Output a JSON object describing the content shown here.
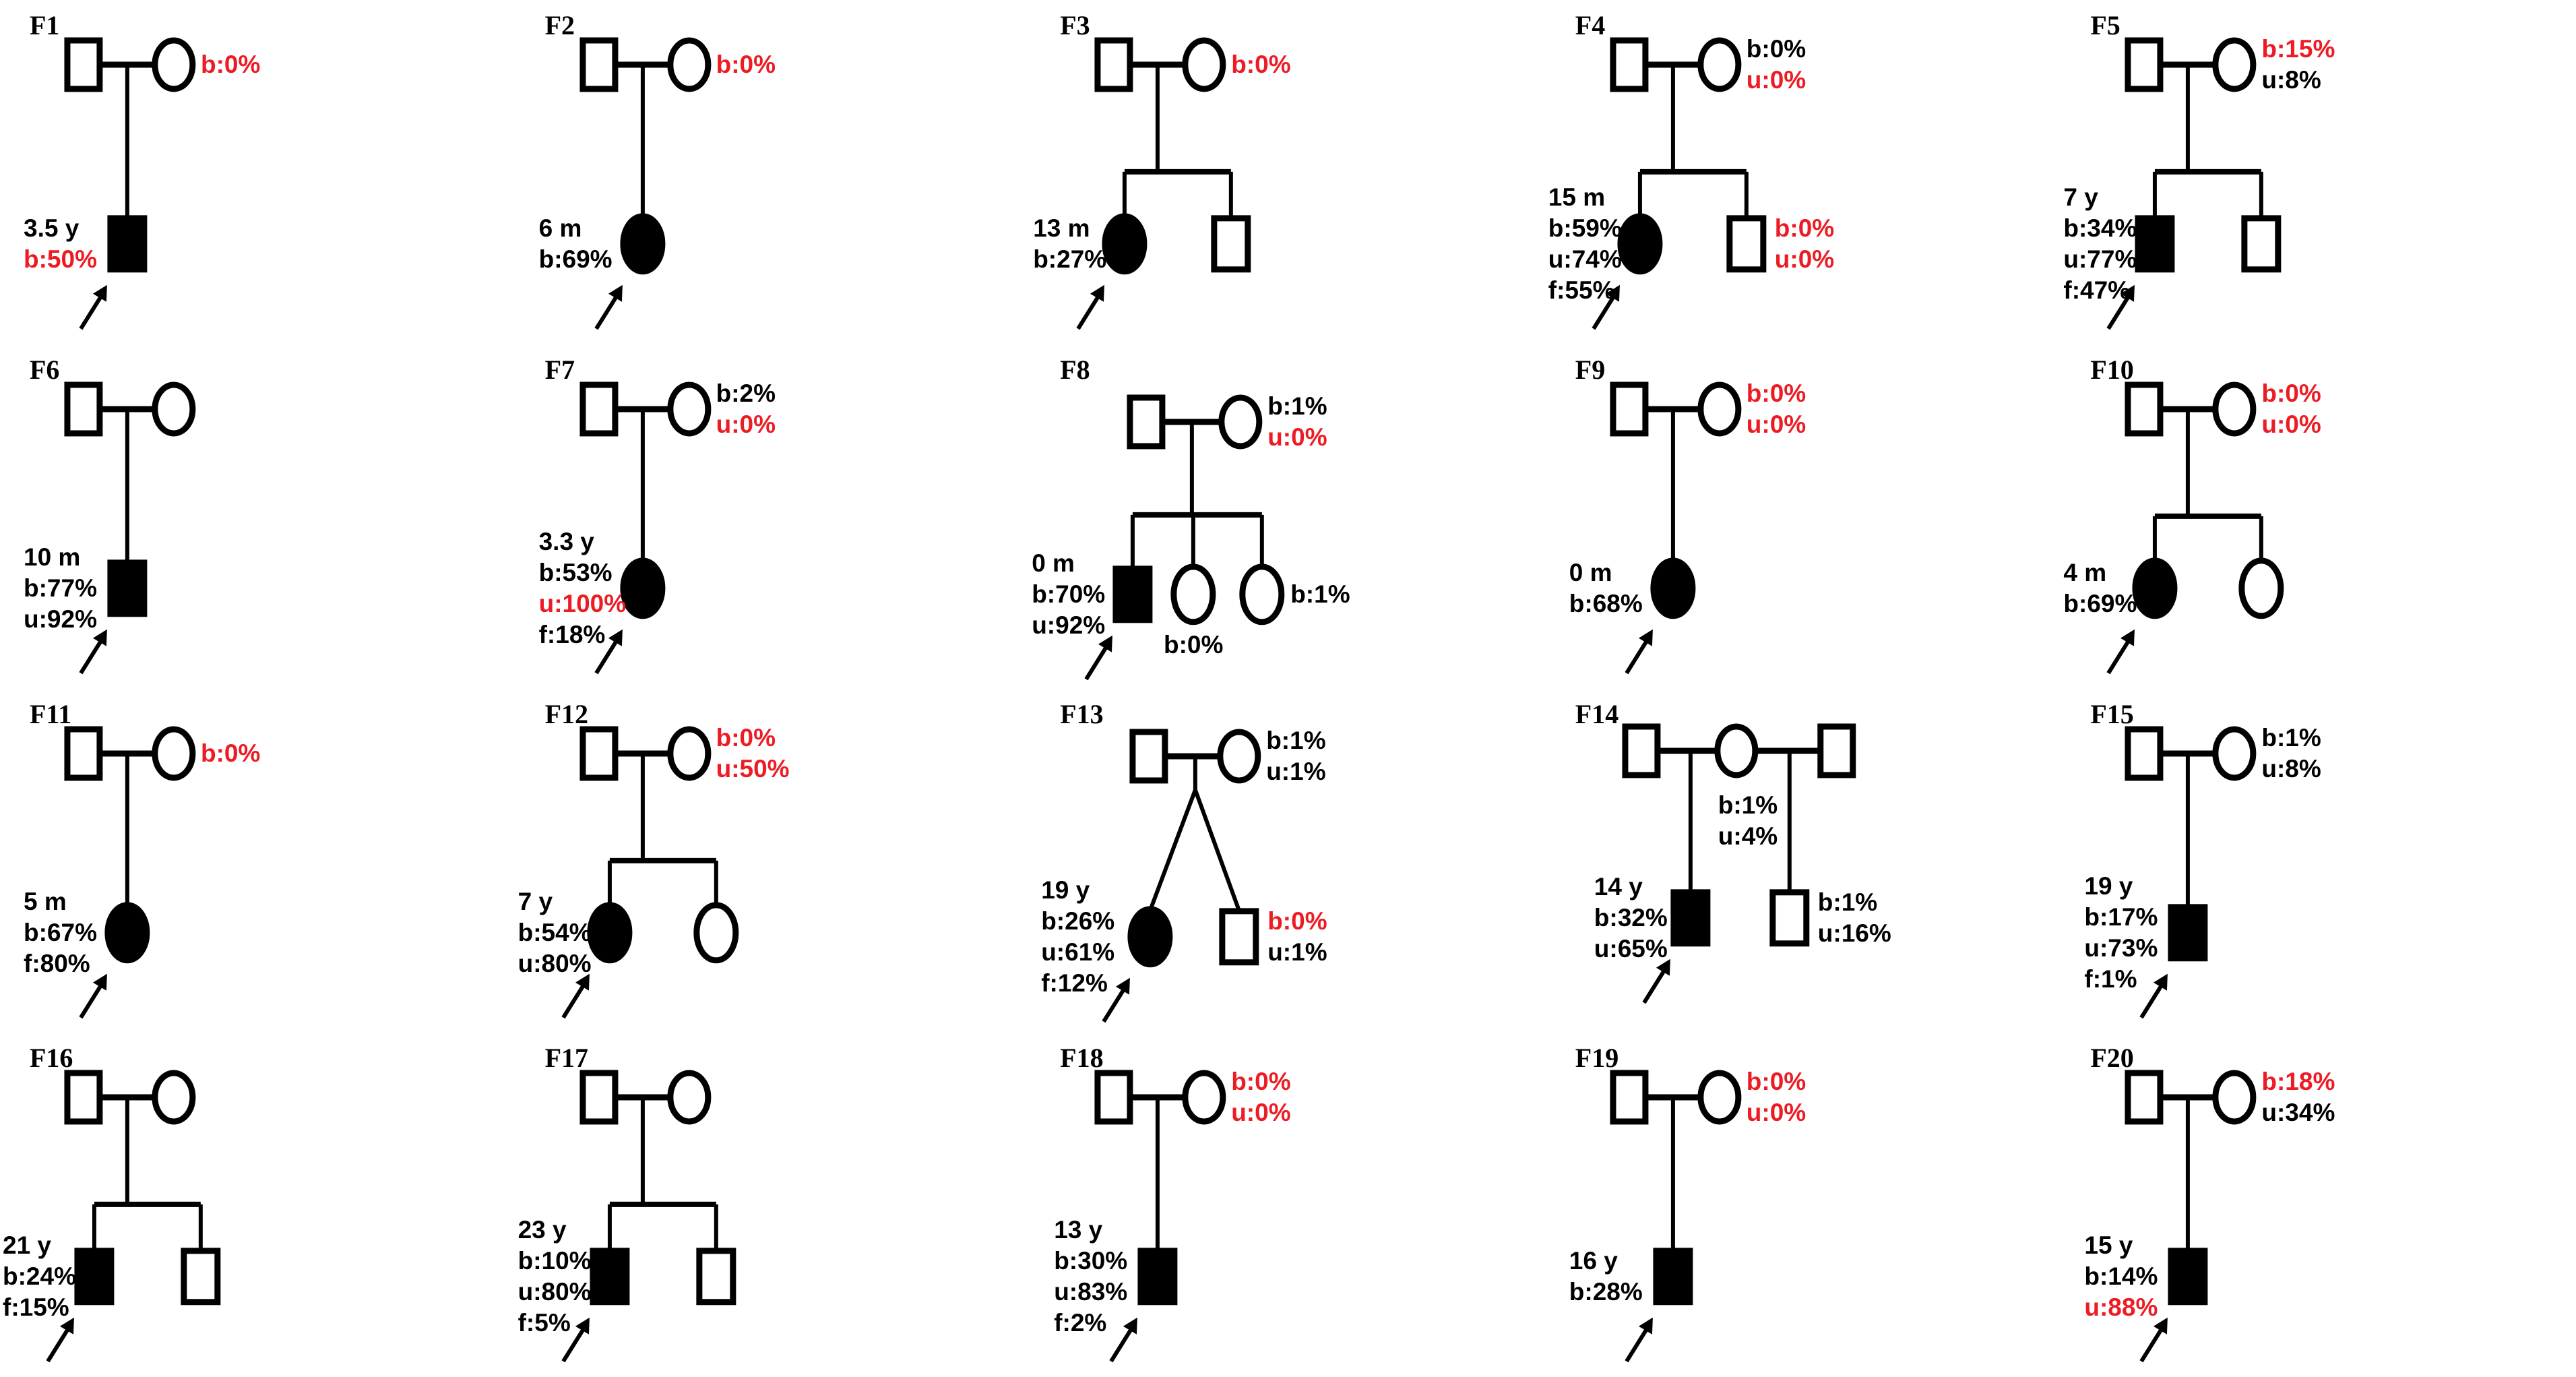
{
  "figure": {
    "background": "#ffffff",
    "description": "Pedigree charts of 20 families"
  },
  "colors": {
    "black": "#000000",
    "red": "#ED1C24",
    "symbol_stroke": "#000000",
    "affected_fill": "#000000",
    "unaffected_fill": "#ffffff"
  },
  "families": [
    {
      "id": "F1",
      "structure": "single",
      "mother_label": [
        {
          "t": "b:0%",
          "c": "red"
        }
      ],
      "children": [
        {
          "sex": "M",
          "affected": true,
          "proband": true,
          "label_pos": "left",
          "label": [
            {
              "t": "3.5 y",
              "c": "black"
            },
            {
              "t": "b:50%",
              "c": "red"
            }
          ]
        }
      ]
    },
    {
      "id": "F2",
      "structure": "single",
      "mother_label": [
        {
          "t": "b:0%",
          "c": "red"
        }
      ],
      "children": [
        {
          "sex": "F",
          "affected": true,
          "proband": true,
          "label_pos": "left",
          "label": [
            {
              "t": "6 m",
              "c": "black"
            },
            {
              "t": "b:69%",
              "c": "black"
            }
          ]
        }
      ]
    },
    {
      "id": "F3",
      "structure": "sibs2",
      "mother_label": [
        {
          "t": "b:0%",
          "c": "red"
        }
      ],
      "children": [
        {
          "sex": "F",
          "affected": true,
          "proband": true,
          "label_pos": "left",
          "label": [
            {
              "t": "13 m",
              "c": "black"
            },
            {
              "t": "b:27%",
              "c": "black"
            }
          ]
        },
        {
          "sex": "M",
          "affected": false
        }
      ]
    },
    {
      "id": "F4",
      "structure": "sibs2",
      "mother_label": [
        {
          "t": "b:0%",
          "c": "black"
        },
        {
          "t": "u:0%",
          "c": "red"
        }
      ],
      "children": [
        {
          "sex": "F",
          "affected": true,
          "proband": true,
          "label_pos": "left",
          "label": [
            {
              "t": "15 m",
              "c": "black"
            },
            {
              "t": "b:59%",
              "c": "black"
            },
            {
              "t": "u:74%",
              "c": "black"
            },
            {
              "t": "f:55%",
              "c": "black"
            }
          ]
        },
        {
          "sex": "M",
          "affected": false,
          "label_pos": "right",
          "label": [
            {
              "t": "b:0%",
              "c": "red"
            },
            {
              "t": "u:0%",
              "c": "red"
            }
          ]
        }
      ]
    },
    {
      "id": "F5",
      "structure": "sibs2",
      "mother_label": [
        {
          "t": "b:15%",
          "c": "red"
        },
        {
          "t": "u:8%",
          "c": "black"
        }
      ],
      "children": [
        {
          "sex": "M",
          "affected": true,
          "proband": true,
          "label_pos": "left",
          "label": [
            {
              "t": "7 y",
              "c": "black"
            },
            {
              "t": "b:34%",
              "c": "black"
            },
            {
              "t": "u:77%",
              "c": "black"
            },
            {
              "t": "f:47%",
              "c": "black"
            }
          ]
        },
        {
          "sex": "M",
          "affected": false
        }
      ]
    },
    {
      "id": "F6",
      "structure": "single",
      "mother_label": [],
      "children": [
        {
          "sex": "M",
          "affected": true,
          "proband": true,
          "label_pos": "left",
          "label": [
            {
              "t": "10 m",
              "c": "black"
            },
            {
              "t": "b:77%",
              "c": "black"
            },
            {
              "t": "u:92%",
              "c": "black"
            }
          ]
        }
      ]
    },
    {
      "id": "F7",
      "structure": "single",
      "mother_label": [
        {
          "t": "b:2%",
          "c": "black"
        },
        {
          "t": "u:0%",
          "c": "red"
        }
      ],
      "children": [
        {
          "sex": "F",
          "affected": true,
          "proband": true,
          "label_pos": "left",
          "label": [
            {
              "t": "3.3 y",
              "c": "black"
            },
            {
              "t": "b:53%",
              "c": "black"
            },
            {
              "t": "u:100%",
              "c": "red"
            },
            {
              "t": "f:18%",
              "c": "black"
            }
          ]
        }
      ]
    },
    {
      "id": "F8",
      "structure": "sibs3",
      "mother_label": [
        {
          "t": "b:1%",
          "c": "black"
        },
        {
          "t": "u:0%",
          "c": "red"
        }
      ],
      "children": [
        {
          "sex": "M",
          "affected": true,
          "proband": true,
          "label_pos": "left",
          "label": [
            {
              "t": "0 m",
              "c": "black"
            },
            {
              "t": "b:70%",
              "c": "black"
            },
            {
              "t": "u:92%",
              "c": "black"
            }
          ]
        },
        {
          "sex": "F",
          "affected": false,
          "label_pos": "below",
          "label": [
            {
              "t": "b:0%",
              "c": "black"
            }
          ]
        },
        {
          "sex": "F",
          "affected": false,
          "label_pos": "right",
          "label": [
            {
              "t": "b:1%",
              "c": "black"
            }
          ]
        }
      ]
    },
    {
      "id": "F9",
      "structure": "single",
      "mother_label": [
        {
          "t": "b:0%",
          "c": "red"
        },
        {
          "t": "u:0%",
          "c": "red"
        }
      ],
      "children": [
        {
          "sex": "F",
          "affected": true,
          "proband": true,
          "label_pos": "left",
          "label": [
            {
              "t": "0 m",
              "c": "black"
            },
            {
              "t": "b:68%",
              "c": "black"
            }
          ]
        }
      ]
    },
    {
      "id": "F10",
      "structure": "sibs2",
      "mother_label": [
        {
          "t": "b:0%",
          "c": "red"
        },
        {
          "t": "u:0%",
          "c": "red"
        }
      ],
      "children": [
        {
          "sex": "F",
          "affected": true,
          "proband": true,
          "label_pos": "left",
          "label": [
            {
              "t": "4 m",
              "c": "black"
            },
            {
              "t": "b:69%",
              "c": "black"
            }
          ]
        },
        {
          "sex": "F",
          "affected": false
        }
      ]
    },
    {
      "id": "F11",
      "structure": "single",
      "mother_label": [
        {
          "t": "b:0%",
          "c": "red"
        }
      ],
      "children": [
        {
          "sex": "F",
          "affected": true,
          "proband": true,
          "label_pos": "left",
          "label": [
            {
              "t": "5 m",
              "c": "black"
            },
            {
              "t": "b:67%",
              "c": "black"
            },
            {
              "t": "f:80%",
              "c": "black"
            }
          ]
        }
      ]
    },
    {
      "id": "F12",
      "structure": "sibs2",
      "mother_label": [
        {
          "t": "b:0%",
          "c": "red"
        },
        {
          "t": "u:50%",
          "c": "red"
        }
      ],
      "children": [
        {
          "sex": "F",
          "affected": true,
          "proband": true,
          "label_pos": "left",
          "label": [
            {
              "t": "7 y",
              "c": "black"
            },
            {
              "t": "b:54%",
              "c": "black"
            },
            {
              "t": "u:80%",
              "c": "black"
            }
          ]
        },
        {
          "sex": "F",
          "affected": false
        }
      ]
    },
    {
      "id": "F13",
      "structure": "twins",
      "mother_label": [
        {
          "t": "b:1%",
          "c": "black"
        },
        {
          "t": "u:1%",
          "c": "black"
        }
      ],
      "children": [
        {
          "sex": "F",
          "affected": true,
          "proband": true,
          "label_pos": "left",
          "label": [
            {
              "t": "19 y",
              "c": "black"
            },
            {
              "t": "b:26%",
              "c": "black"
            },
            {
              "t": "u:61%",
              "c": "black"
            },
            {
              "t": "f:12%",
              "c": "black"
            }
          ]
        },
        {
          "sex": "M",
          "affected": false,
          "label_pos": "right",
          "label": [
            {
              "t": "b:0%",
              "c": "red"
            },
            {
              "t": "u:1%",
              "c": "black"
            }
          ]
        }
      ]
    },
    {
      "id": "F14",
      "structure": "two_unions",
      "mother_label": [
        {
          "t": "b:1%",
          "c": "black"
        },
        {
          "t": "u:4%",
          "c": "black"
        }
      ],
      "children": [
        {
          "sex": "M",
          "affected": true,
          "proband": true,
          "label_pos": "left",
          "label": [
            {
              "t": "14 y",
              "c": "black"
            },
            {
              "t": "b:32%",
              "c": "black"
            },
            {
              "t": "u:65%",
              "c": "black"
            }
          ]
        },
        {
          "sex": "M",
          "affected": false,
          "label_pos": "right",
          "label": [
            {
              "t": "b:1%",
              "c": "black"
            },
            {
              "t": "u:16%",
              "c": "black"
            }
          ]
        }
      ]
    },
    {
      "id": "F15",
      "structure": "single",
      "mother_label": [
        {
          "t": "b:1%",
          "c": "black"
        },
        {
          "t": "u:8%",
          "c": "black"
        }
      ],
      "children": [
        {
          "sex": "M",
          "affected": true,
          "proband": true,
          "label_pos": "left",
          "label": [
            {
              "t": "19 y",
              "c": "black"
            },
            {
              "t": "b:17%",
              "c": "black"
            },
            {
              "t": "u:73%",
              "c": "black"
            },
            {
              "t": "f:1%",
              "c": "black"
            }
          ]
        }
      ]
    },
    {
      "id": "F16",
      "structure": "sibs2",
      "mother_label": [],
      "children": [
        {
          "sex": "M",
          "affected": true,
          "proband": true,
          "label_pos": "left",
          "label": [
            {
              "t": "21 y",
              "c": "black"
            },
            {
              "t": "b:24%",
              "c": "black"
            },
            {
              "t": "f:15%",
              "c": "black"
            }
          ]
        },
        {
          "sex": "M",
          "affected": false
        }
      ]
    },
    {
      "id": "F17",
      "structure": "sibs2",
      "mother_label": [],
      "children": [
        {
          "sex": "M",
          "affected": true,
          "proband": true,
          "label_pos": "left",
          "label": [
            {
              "t": "23 y",
              "c": "black"
            },
            {
              "t": "b:10%",
              "c": "black"
            },
            {
              "t": "u:80%",
              "c": "black"
            },
            {
              "t": "f:5%",
              "c": "black"
            }
          ]
        },
        {
          "sex": "M",
          "affected": false
        }
      ]
    },
    {
      "id": "F18",
      "structure": "single",
      "mother_label": [
        {
          "t": "b:0%",
          "c": "red"
        },
        {
          "t": "u:0%",
          "c": "red"
        }
      ],
      "children": [
        {
          "sex": "M",
          "affected": true,
          "proband": true,
          "label_pos": "left",
          "label": [
            {
              "t": "13 y",
              "c": "black"
            },
            {
              "t": "b:30%",
              "c": "black"
            },
            {
              "t": "u:83%",
              "c": "black"
            },
            {
              "t": "f:2%",
              "c": "black"
            }
          ]
        }
      ]
    },
    {
      "id": "F19",
      "structure": "single",
      "mother_label": [
        {
          "t": "b:0%",
          "c": "red"
        },
        {
          "t": "u:0%",
          "c": "red"
        }
      ],
      "children": [
        {
          "sex": "M",
          "affected": true,
          "proband": true,
          "label_pos": "left",
          "label": [
            {
              "t": "16 y",
              "c": "black"
            },
            {
              "t": "b:28%",
              "c": "black"
            }
          ]
        }
      ]
    },
    {
      "id": "F20",
      "structure": "single",
      "mother_label": [
        {
          "t": "b:18%",
          "c": "red"
        },
        {
          "t": "u:34%",
          "c": "black"
        }
      ],
      "children": [
        {
          "sex": "M",
          "affected": true,
          "proband": true,
          "label_pos": "left",
          "label": [
            {
              "t": "15 y",
              "c": "black"
            },
            {
              "t": "b:14%",
              "c": "black"
            },
            {
              "t": "u:88%",
              "c": "red"
            }
          ]
        }
      ]
    }
  ]
}
